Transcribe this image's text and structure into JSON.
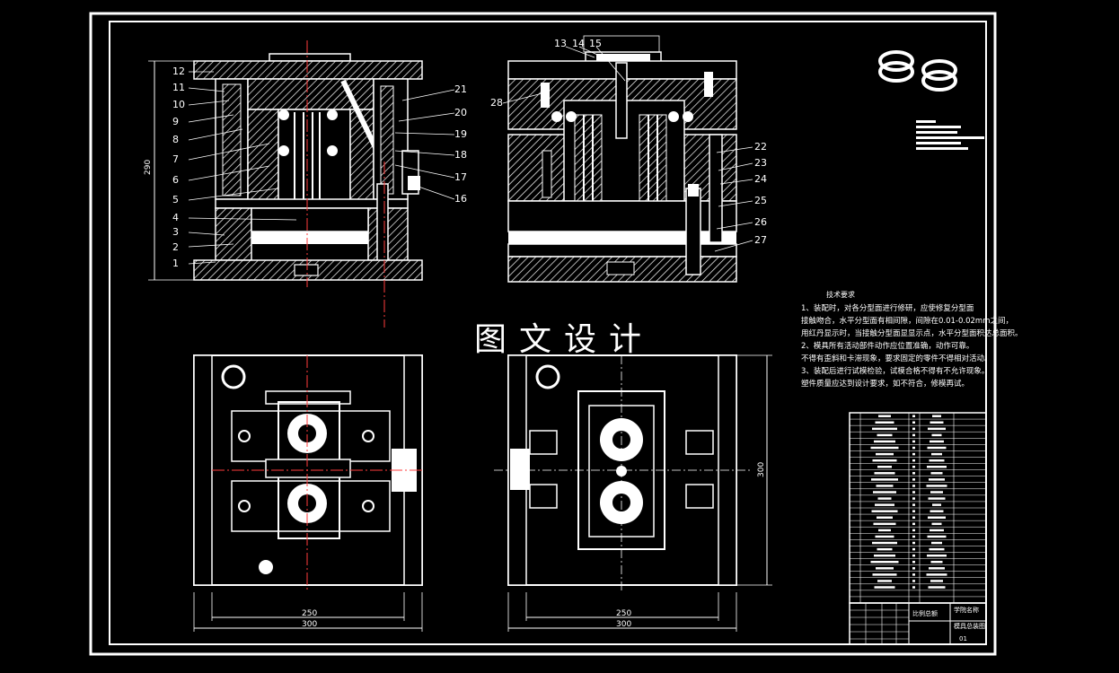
{
  "callouts_left": [
    "1",
    "2",
    "3",
    "4",
    "5",
    "6",
    "7",
    "8",
    "9",
    "10",
    "11",
    "12"
  ],
  "callouts_mid": [
    "16",
    "17",
    "18",
    "19",
    "20",
    "21"
  ],
  "callouts_top": [
    "13",
    "14",
    "15"
  ],
  "callout_28": "28",
  "callouts_right": [
    "22",
    "23",
    "24",
    "25",
    "26",
    "27"
  ],
  "dims": {
    "left_height": "290",
    "inner_width": "250",
    "outer_width": "300",
    "right_height": "300"
  },
  "watermark": "图文设计",
  "notes": {
    "title": "技术要求",
    "lines": [
      "1、装配时，对各分型面进行修研，应使修复分型面",
      "接触吻合，水平分型面有相间隙，间隙在0.01-0.02mm之间，",
      "用红丹显示时，当接触分型面显显示点，水平分型面积达总面积。",
      "2、模具所有活动部件动作应位置准确，动作可靠。",
      "不得有歪斜和卡滞现象，要求固定的零件不得相对活动。",
      "3、装配后进行试模检验，试模合格不得有不允许现象。",
      "塑件质量应达到设计要求，如不符合，修模再试。"
    ]
  },
  "titleblock": {
    "company": "学院名称",
    "drawing_name": "模具总装图",
    "scale_label": "比例总额",
    "sheet": "01"
  }
}
